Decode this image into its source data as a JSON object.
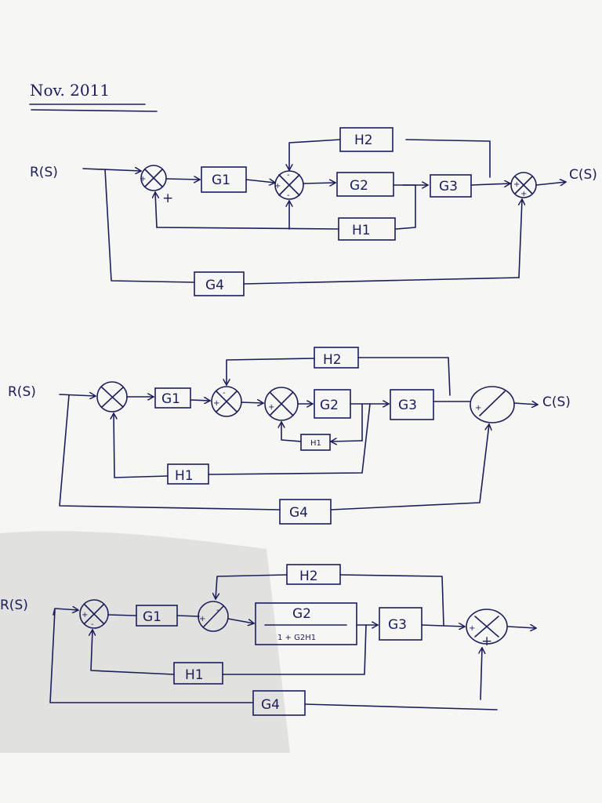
{
  "title": "Nov. 2011",
  "d1": {
    "input": "R(S)",
    "output": "C(S)",
    "g1": "G1",
    "g2": "G2",
    "g3": "G3",
    "g4": "G4",
    "h1": "H1",
    "h2": "H2",
    "plus": "+",
    "minus": "-"
  },
  "d2": {
    "input": "R(S)",
    "output": "C(S)",
    "g1": "G1",
    "g2": "G2",
    "g3": "G3",
    "g4": "G4",
    "h1": "H1",
    "h1_inner": "H1",
    "h2": "H2",
    "plus": "+",
    "minus": "-"
  },
  "d3": {
    "input": "R(S)",
    "g1": "G1",
    "g2_num": "G2",
    "g2_den": "1 + G2H1",
    "g3": "G3",
    "g4": "G4",
    "h1": "H1",
    "h2": "H2",
    "plus": "+",
    "minus": "-"
  }
}
